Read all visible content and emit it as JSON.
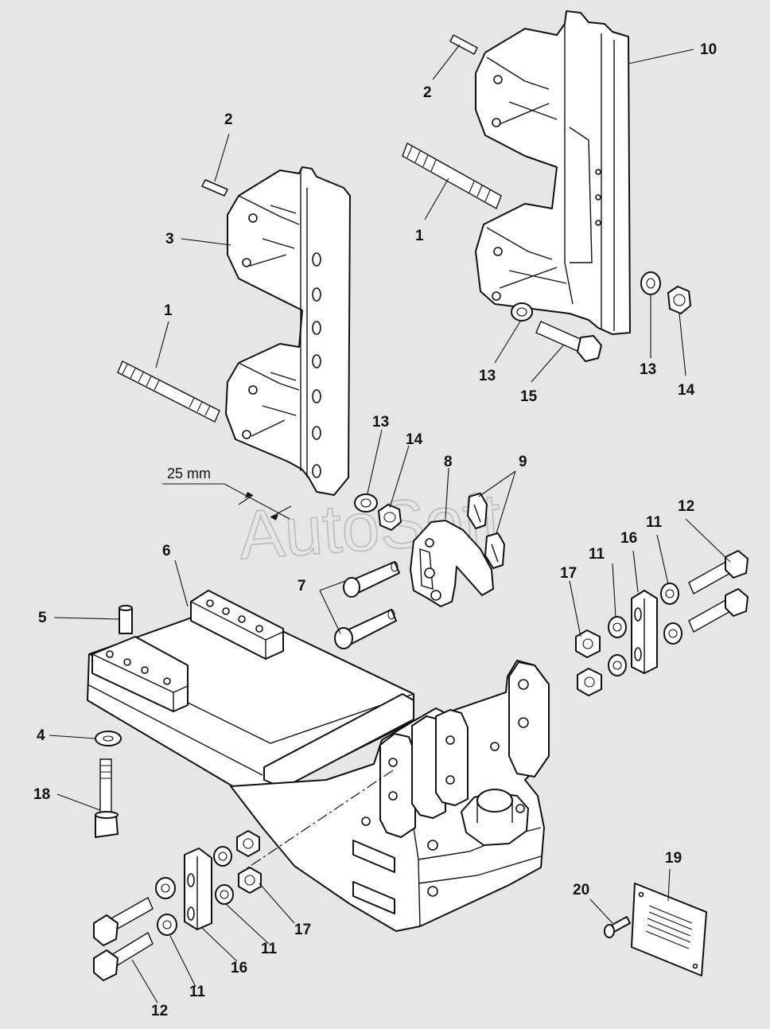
{
  "watermark": "AutoSoft",
  "dimension": {
    "text": "25 mm"
  },
  "callouts": [
    {
      "id": "c-2a",
      "text": "2"
    },
    {
      "id": "c-3",
      "text": "3"
    },
    {
      "id": "c-1a",
      "text": "1"
    },
    {
      "id": "c-13a",
      "text": "13"
    },
    {
      "id": "c-14a",
      "text": "14"
    },
    {
      "id": "c-8",
      "text": "8"
    },
    {
      "id": "c-9",
      "text": "9"
    },
    {
      "id": "c-7",
      "text": "7"
    },
    {
      "id": "c-6",
      "text": "6"
    },
    {
      "id": "c-5",
      "text": "5"
    },
    {
      "id": "c-4",
      "text": "4"
    },
    {
      "id": "c-18",
      "text": "18"
    },
    {
      "id": "c-2b",
      "text": "2"
    },
    {
      "id": "c-10",
      "text": "10"
    },
    {
      "id": "c-1b",
      "text": "1"
    },
    {
      "id": "c-13b",
      "text": "13"
    },
    {
      "id": "c-15",
      "text": "15"
    },
    {
      "id": "c-13c",
      "text": "13"
    },
    {
      "id": "c-14b",
      "text": "14"
    },
    {
      "id": "c-12a",
      "text": "12"
    },
    {
      "id": "c-11a",
      "text": "11"
    },
    {
      "id": "c-16a",
      "text": "16"
    },
    {
      "id": "c-11b",
      "text": "11"
    },
    {
      "id": "c-17a",
      "text": "17"
    },
    {
      "id": "c-17b",
      "text": "17"
    },
    {
      "id": "c-11c",
      "text": "11"
    },
    {
      "id": "c-16b",
      "text": "16"
    },
    {
      "id": "c-11d",
      "text": "11"
    },
    {
      "id": "c-12b",
      "text": "12"
    },
    {
      "id": "c-19",
      "text": "19"
    },
    {
      "id": "c-20",
      "text": "20"
    }
  ]
}
